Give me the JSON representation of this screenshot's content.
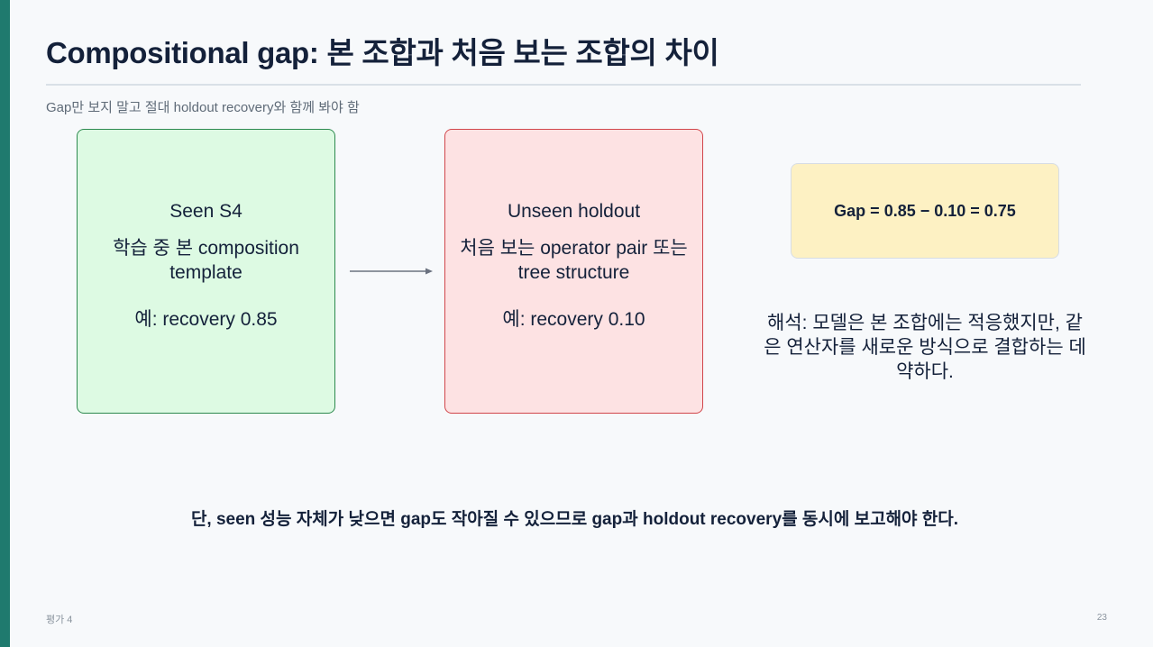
{
  "slide": {
    "title": "Compositional gap: 본 조합과 처음 보는 조합의 차이",
    "subtitle": "Gap만 보지 말고 절대 holdout recovery와 함께 봐야 함",
    "seen_card": {
      "title": "Seen S4",
      "description": "학습 중 본 composition template",
      "example": "예: recovery 0.85"
    },
    "unseen_card": {
      "title": "Unseen holdout",
      "description": "처음 보는 operator pair 또는 tree structure",
      "example": "예: recovery 0.10"
    },
    "gap_formula": "Gap = 0.85 − 0.10 = 0.75",
    "interpretation": "해석: 모델은 본 조합에는 적응했지만, 같은 연산자를 새로운 방식으로 결합하는 데 약하다.",
    "footnote": "단, seen 성능 자체가 낮으면 gap도 작아질 수 있으므로 gap과 holdout recovery를 동시에 보고해야 한다.",
    "footer_label": "평가 4",
    "page_number": "23"
  },
  "colors": {
    "accent": "#1f7a6e",
    "seen_fill": "#ddfae3",
    "seen_border": "#2e8a4f",
    "unseen_fill": "#fde2e3",
    "unseen_border": "#d1464b",
    "gap_fill": "#fdf1c3"
  },
  "icons": {
    "flow_arrow": "arrow-right-icon"
  }
}
